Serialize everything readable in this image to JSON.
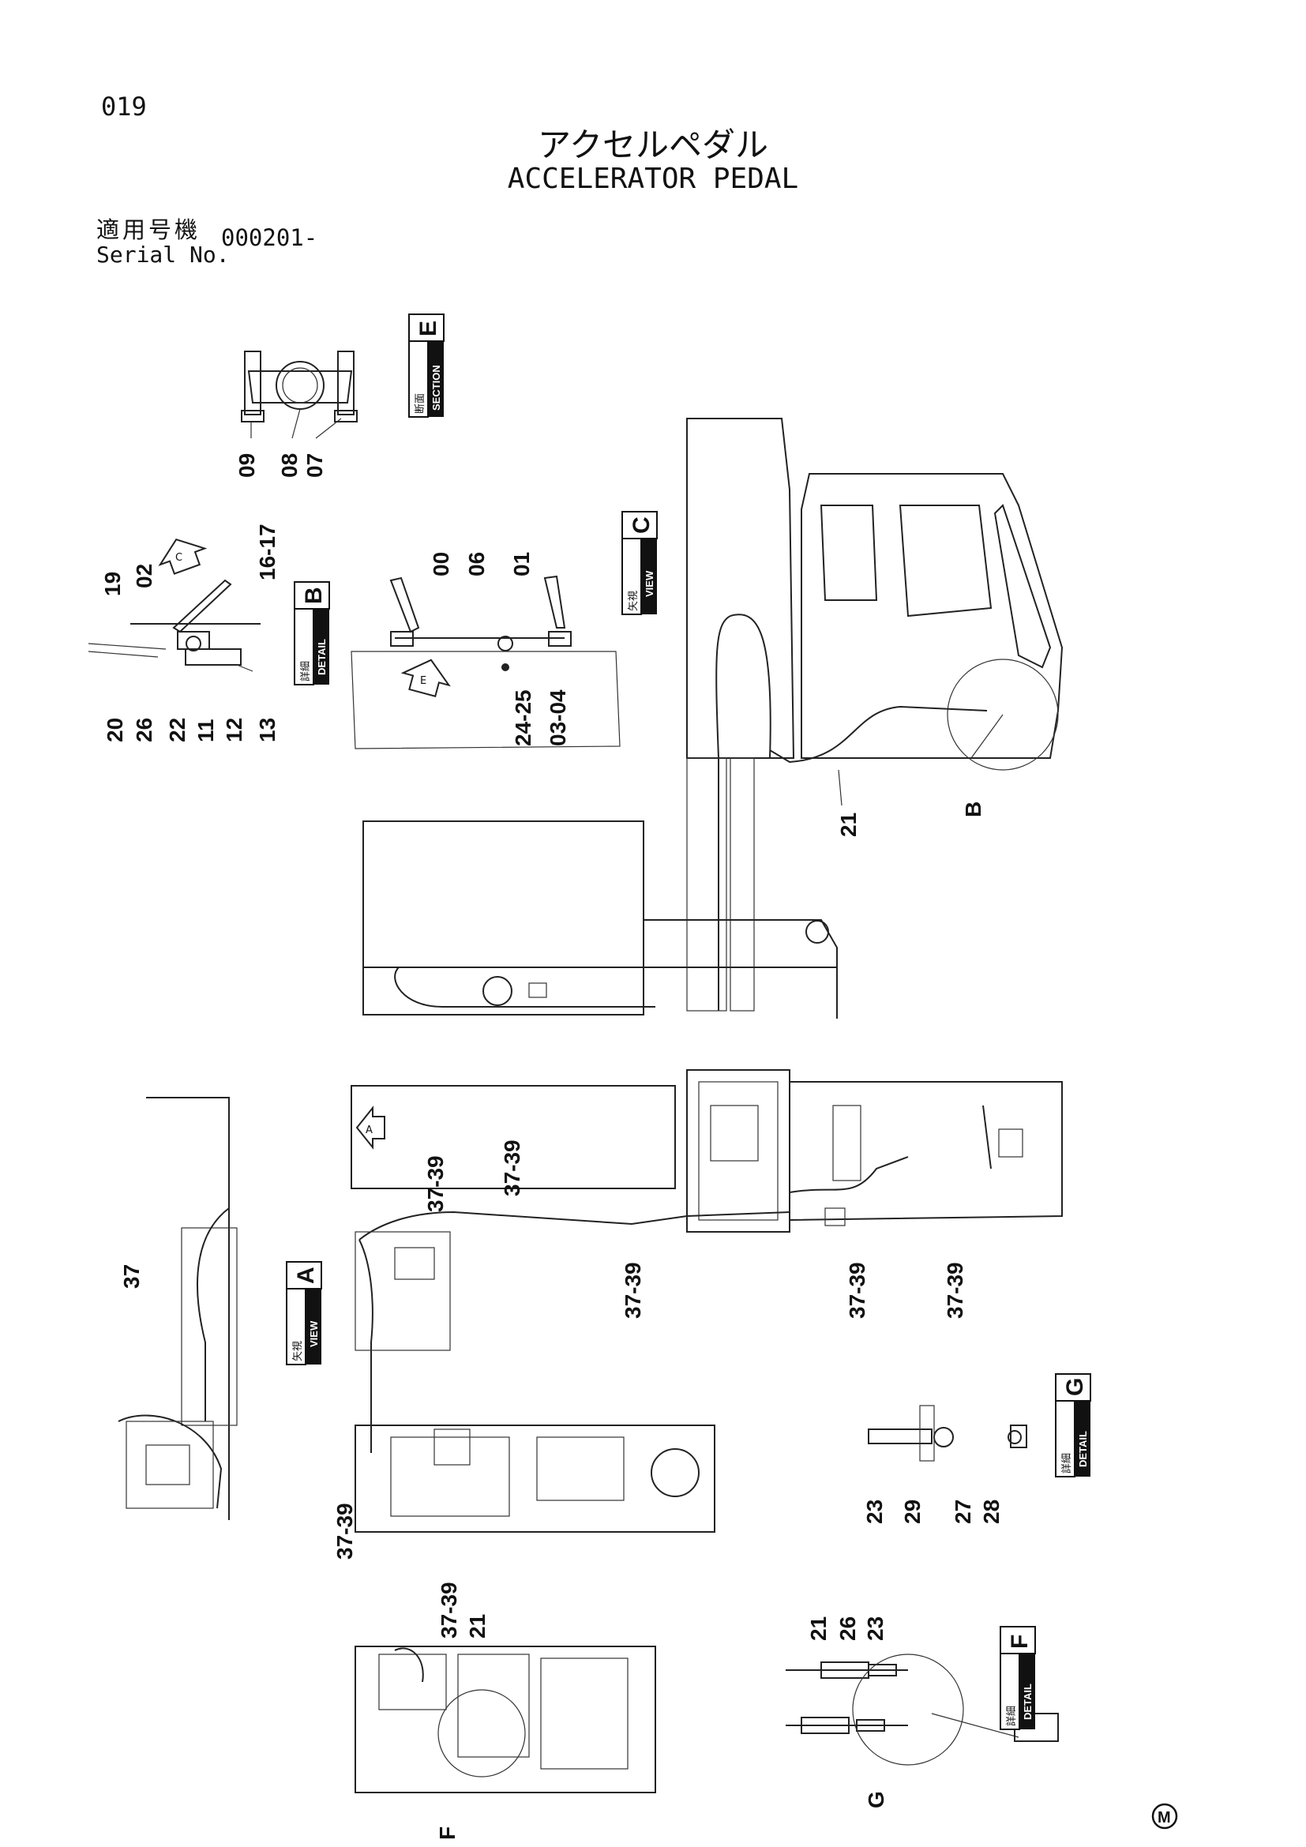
{
  "header": {
    "page_number": "019",
    "title_jp": "アクセルペダル",
    "title_en": "ACCELERATOR PEDAL",
    "serial_label_jp": "適用号機",
    "serial_label_en": "Serial No.",
    "serial_value": "000201-"
  },
  "views": {
    "section_e": {
      "jp": "断面",
      "word": "SECTION",
      "letter": "E"
    },
    "detail_b": {
      "jp": "詳細",
      "word": "DETAIL",
      "letter": "B"
    },
    "view_c": {
      "jp": "矢視",
      "word": "VIEW",
      "letter": "C"
    },
    "view_a": {
      "jp": "矢視",
      "word": "VIEW",
      "letter": "A"
    },
    "detail_g": {
      "jp": "詳細",
      "word": "DETAIL",
      "letter": "G"
    },
    "detail_f": {
      "jp": "詳細",
      "word": "DETAIL",
      "letter": "F"
    }
  },
  "arrow_letters": {
    "a": "A",
    "c": "C",
    "e": "E"
  },
  "circle_letters": {
    "b": "B",
    "f": "F",
    "g": "G"
  },
  "callouts": {
    "section_e": [
      "09",
      "08",
      "07"
    ],
    "detail_b": [
      "19",
      "02",
      "16-17",
      "20",
      "26",
      "22",
      "11",
      "12",
      "13"
    ],
    "view_c": [
      "00",
      "06",
      "01",
      "24-25",
      "03-04"
    ],
    "cab": [
      "21"
    ],
    "frame": [
      "37-39",
      "37-39",
      "37-39",
      "37-39",
      "37-39"
    ],
    "view_a": [
      "37"
    ],
    "engine": [
      "37-39"
    ],
    "detail_g": [
      "23",
      "29",
      "27",
      "28"
    ],
    "lower": [
      "37-39",
      "21"
    ],
    "detail_f": [
      "21",
      "26",
      "23"
    ]
  },
  "mark": "M"
}
